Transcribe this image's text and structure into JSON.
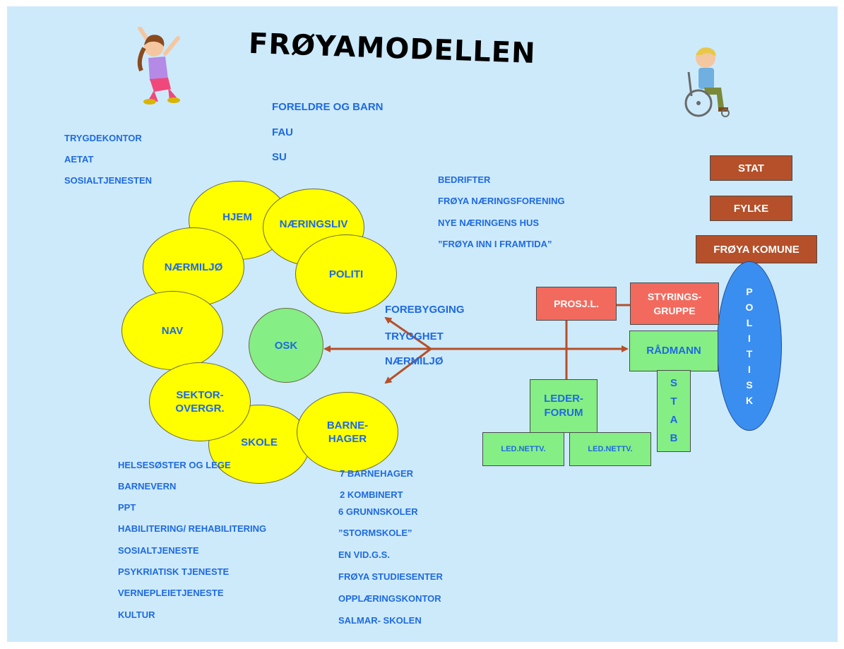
{
  "title": "FRØYAMODELLEN",
  "top_center": [
    "FORELDRE OG BARN",
    "FAU",
    "SU"
  ],
  "top_left": [
    "TRYGDEKONTOR",
    "AETAT",
    "SOSIALTJENESTEN"
  ],
  "business": [
    "BEDRIFTER",
    "FRØYA NÆRINGSFORENING",
    "NYE NÆRINGENS HUS",
    "”FRØYA INN I FRAMTIDA”"
  ],
  "circle": {
    "hjem": "HJEM",
    "naeringsliv": "NÆRINGSLIV",
    "politi": "POLITI",
    "naermiljo": "NÆRMILJØ",
    "nav": "NAV",
    "osk": "OSK",
    "sektor": "SEKTOR-\nOVERGR.",
    "skole": "SKOLE",
    "barnehager": "BARNE-\nHAGER"
  },
  "center": [
    "FOREBYGGING",
    "TRYGGHET",
    "NÆRMILJØ"
  ],
  "org": {
    "stat": "STAT",
    "fylke": "FYLKE",
    "kommune": "FRØYA KOMUNE",
    "prosjl": "PROSJ.L.",
    "styring": "STYRINGS-\nGRUPPE",
    "radmann": "RÅDMANN",
    "lederforum": "LEDER-\nFORUM",
    "lednettv1": "LED.NETTV.",
    "lednettv2": "LED.NETTV.",
    "stab": [
      "S",
      "T",
      "A",
      "B"
    ],
    "politisk": [
      "P",
      "O",
      "L",
      "I",
      "T",
      "I",
      "S",
      "K"
    ]
  },
  "bottom_left": [
    "HELSESØSTER OG LEGE",
    "BARNEVERN",
    "PPT",
    "HABILITERING/ REHABILITERING",
    "SOSIALTJENESTE",
    "PSYKRIATISK TJENESTE",
    "VERNEPLEIETJENESTE",
    "KULTUR"
  ],
  "bottom_center_a": [
    "7 BARNEHAGER",
    "2 KOMBINERT"
  ],
  "bottom_center_b": [
    "6 GRUNNSKOLER",
    "”STORMSKOLE”",
    "EN VID.G.S.",
    "FRØYA STUDIESENTER",
    "OPPLÆRINGSKONTOR",
    "SALMAR- SKOLEN"
  ],
  "colors": {
    "background": "#cdeafb",
    "text_blue": "#1f6ae0",
    "yellow": "#ffff00",
    "green": "#85ee85",
    "red_box": "#b5502a",
    "pink_box": "#f26a5e",
    "politisk_blue": "#3a8ef0",
    "arrow": "#b5502a"
  },
  "icons": [
    "girl-jumping-clipart",
    "boy-wheelchair-clipart"
  ]
}
